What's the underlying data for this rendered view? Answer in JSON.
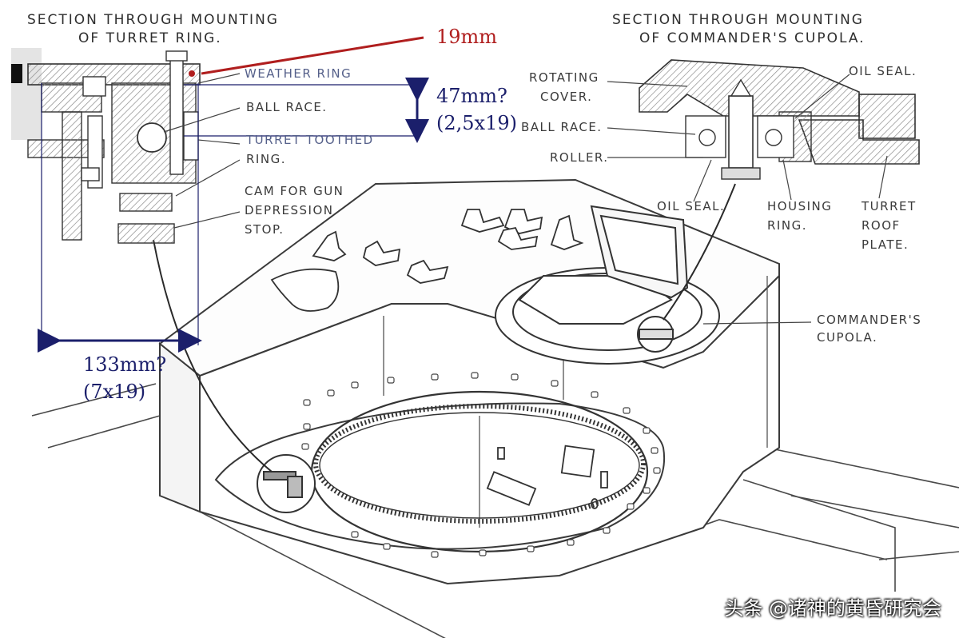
{
  "titles": {
    "turret_ring": [
      "SECTION THROUGH MOUNTING",
      "OF TURRET RING."
    ],
    "cupola": [
      "SECTION THROUGH MOUNTING",
      "OF COMMANDER'S CUPOLA."
    ]
  },
  "labels": {
    "weather_ring": "WEATHER RING",
    "ball_race_left": "BALL RACE.",
    "turret_toothed_ring": [
      "TURRET TOOTHED",
      "RING."
    ],
    "cam_for_gun": [
      "CAM FOR GUN",
      "DEPRESSION",
      "STOP."
    ],
    "rotating_cover": [
      "ROTATING",
      "COVER."
    ],
    "ball_race_right": "BALL RACE.",
    "roller": "ROLLER.",
    "oil_seal_top": "OIL SEAL.",
    "oil_seal_bottom": "OIL SEAL.",
    "housing_ring": [
      "HOUSING",
      "RING."
    ],
    "turret_roof_plate": [
      "TURRET",
      "ROOF",
      "PLATE."
    ],
    "commanders_cupola": [
      "COMMANDER'S",
      "CUPOLA."
    ]
  },
  "annotations": {
    "bolt_size": "19mm",
    "height": [
      "47mm?",
      "(2,5x19)"
    ],
    "width": [
      "133mm?",
      "(7x19)"
    ]
  },
  "watermark": "头条 @诸神的黄昏研究会",
  "colors": {
    "line": "#3a3a3a",
    "hatch": "#8a8a8a",
    "annotation_blue": "#1b1f6b",
    "annotation_red": "#b01e1e"
  }
}
